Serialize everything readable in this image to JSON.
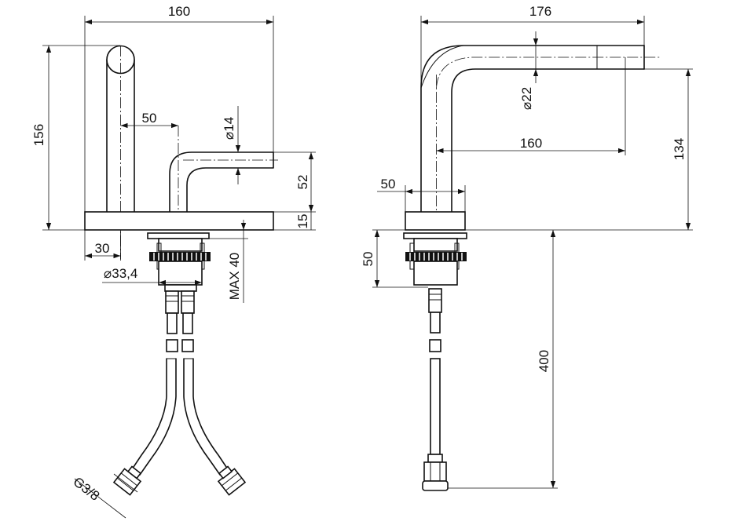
{
  "dimensions": {
    "left_width": "160",
    "left_height": "156",
    "spout_offset": "50",
    "handle_diameter": "14",
    "handle_height": "52",
    "base_height": "15",
    "base_offset": "30",
    "shank_diameter": "33,4",
    "max_thickness": "MAX 40",
    "thread": "G3/8",
    "right_width": "176",
    "spout_diameter": "22",
    "spout_reach": "160",
    "right_height": "134",
    "right_base": "50",
    "below_deck": "50",
    "hose_length": "400"
  }
}
